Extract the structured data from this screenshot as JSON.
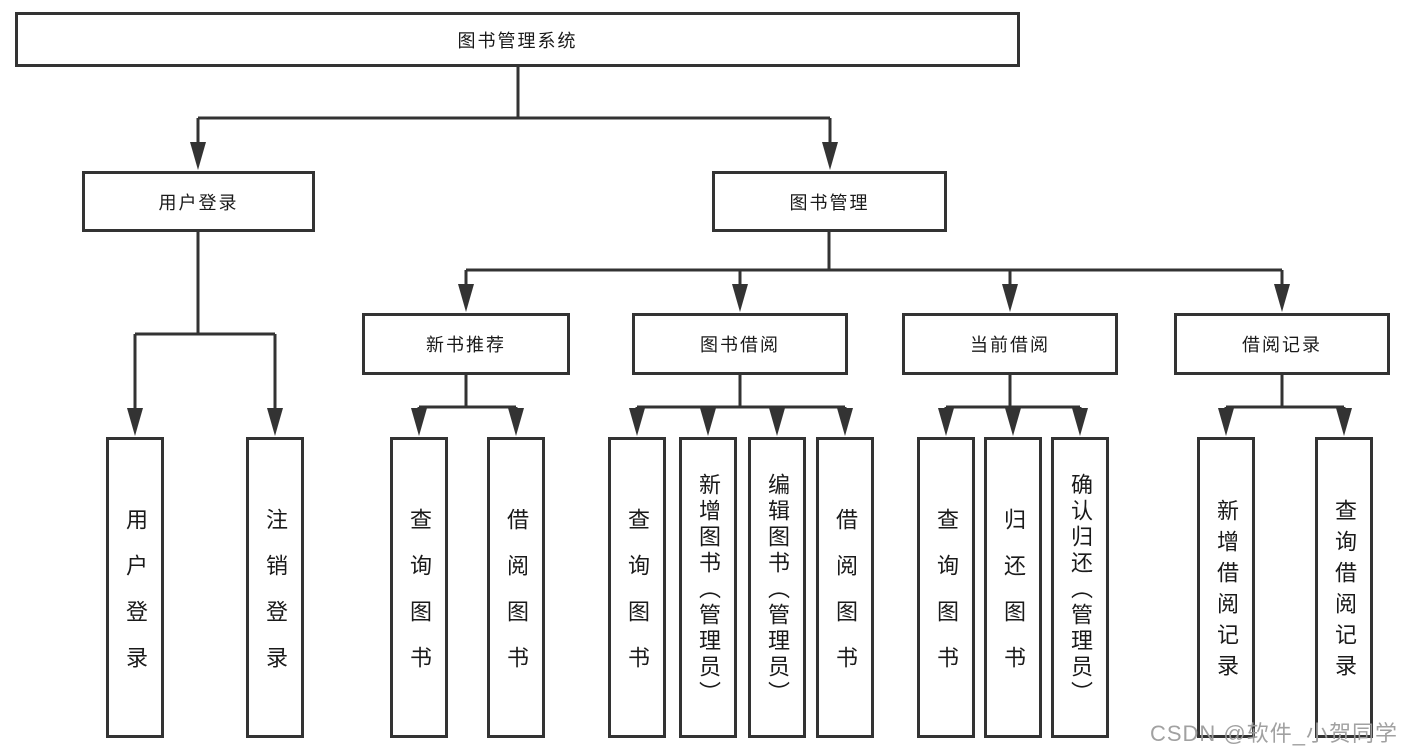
{
  "colors": {
    "line": "#333333",
    "box_border": "#333333",
    "text": "#1a1a1a",
    "watermark": "#9c9c9c",
    "background": "#ffffff"
  },
  "diagram": {
    "root": {
      "label": "图书管理系统"
    },
    "level2": [
      {
        "label": "用户登录"
      },
      {
        "label": "图书管理"
      }
    ],
    "level3": [
      {
        "label": "新书推荐"
      },
      {
        "label": "图书借阅"
      },
      {
        "label": "当前借阅"
      },
      {
        "label": "借阅记录"
      }
    ],
    "leaves": {
      "user_login": [
        "用户登录",
        "注销登录"
      ],
      "new_book_recommend": [
        "查询图书",
        "借阅图书"
      ],
      "book_borrow": [
        "查询图书",
        "新增图书（管理员）",
        "编辑图书（管理员）",
        "借阅图书"
      ],
      "current_borrow": [
        "查询图书",
        "归还图书",
        "确认归还（管理员）"
      ],
      "borrow_records": [
        "新增借阅记录",
        "查询借阅记录"
      ]
    }
  },
  "watermark": {
    "text": "CSDN @软件_小贺同学"
  }
}
